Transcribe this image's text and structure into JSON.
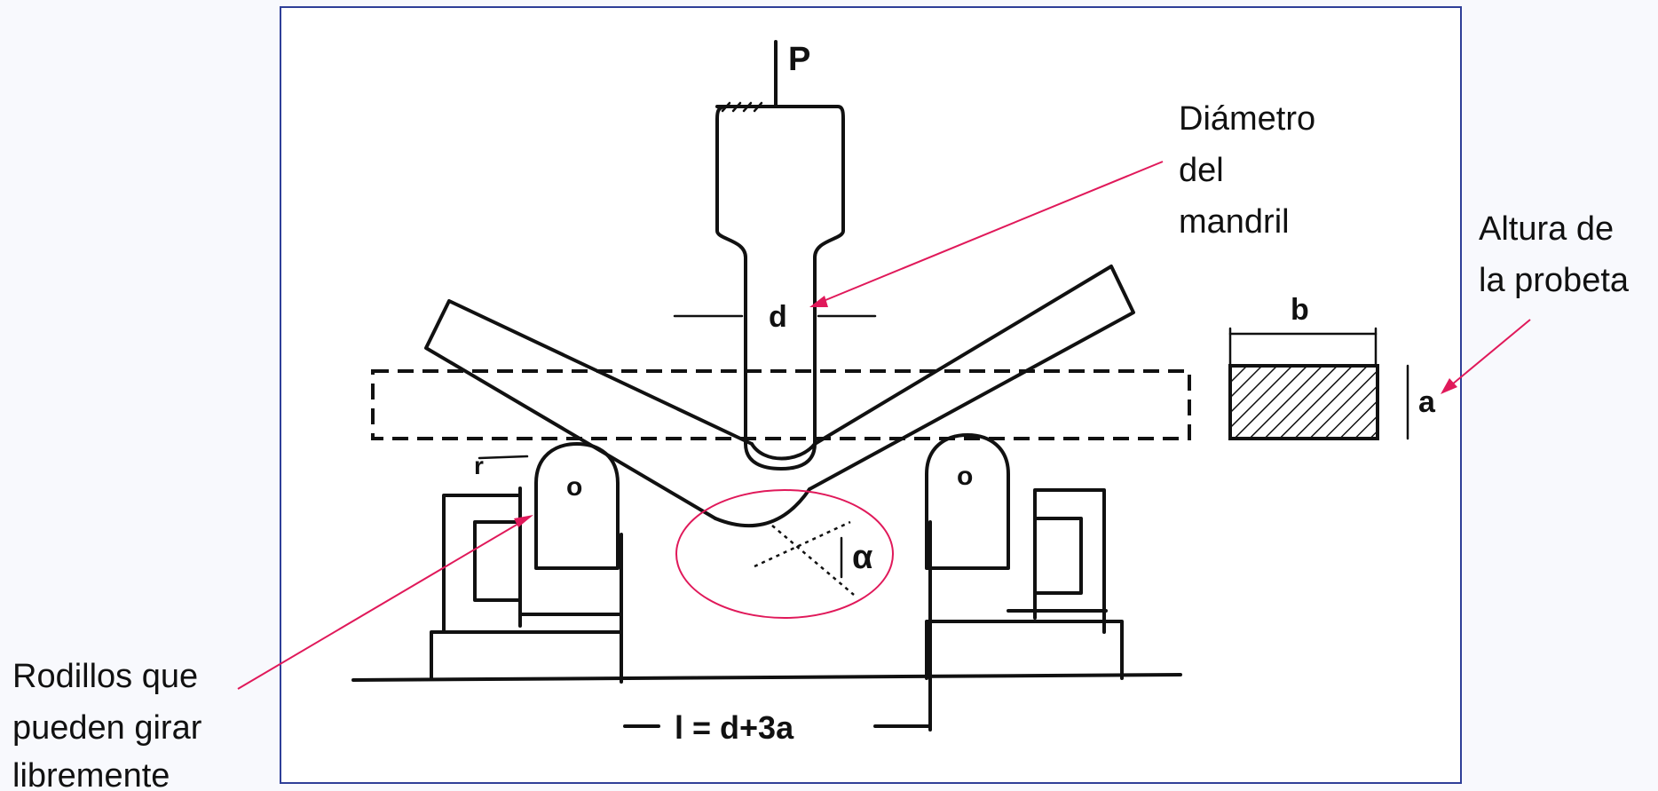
{
  "diagram": {
    "labels": {
      "load": "P",
      "mandrel_diameter_symbol": "d",
      "width_symbol": "b",
      "height_symbol": "a",
      "roller_mark_left": "o",
      "roller_mark_right": "o",
      "radius_symbol": "r",
      "angle_symbol": "α",
      "span_formula": "l = d+3a"
    },
    "callouts": {
      "mandrel": [
        "Diámetro",
        "del",
        "mandril"
      ],
      "height": [
        "Altura de",
        "la probeta"
      ],
      "rollers": [
        "Rodillos que",
        "pueden girar",
        "libremente"
      ]
    },
    "colors": {
      "frame": "#2f3f98",
      "callout": "#e0195a",
      "ink": "#111111",
      "background": "#f8f9fd"
    }
  }
}
